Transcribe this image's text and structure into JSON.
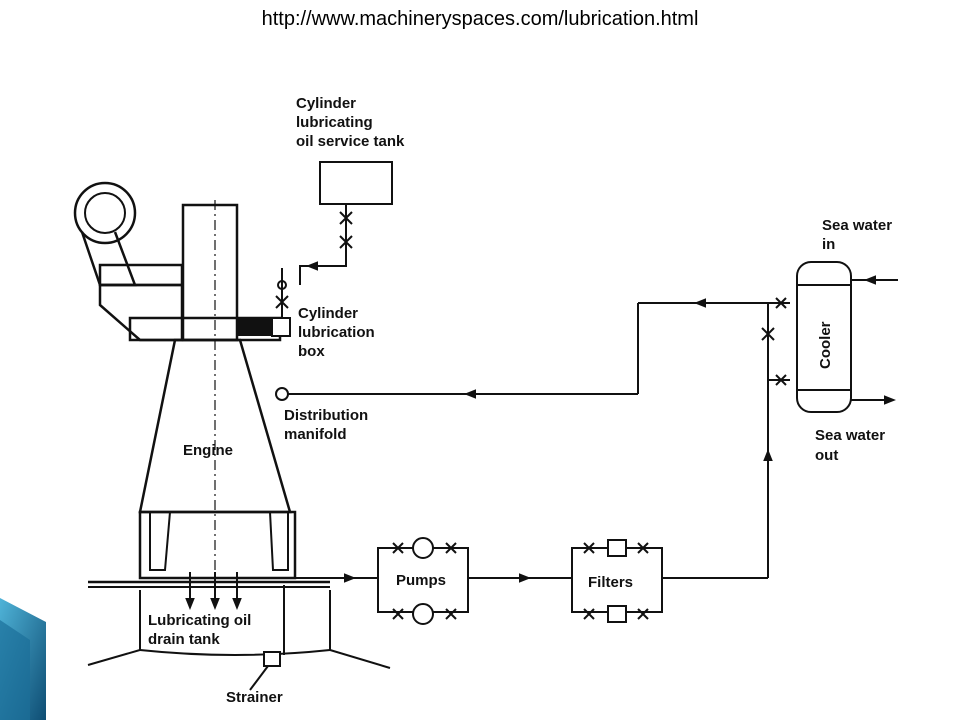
{
  "slide": {
    "source_url": "http://www.machineryspaces.com/lubrication.html",
    "accent_colors": [
      "#1b6f9a",
      "#4fb3d8",
      "#0e4d73"
    ]
  },
  "diagram": {
    "labels": {
      "cyl_tank": [
        "Cylinder",
        "lubricating",
        "oil service tank"
      ],
      "cyl_box": [
        "Cylinder",
        "lubrication",
        "box"
      ],
      "distribution": [
        "Distribution",
        "manifold"
      ],
      "engine": "Engine",
      "drain_tank": [
        "Lubricating oil",
        "drain tank"
      ],
      "strainer": "Strainer",
      "pumps": "Pumps",
      "filters": "Filters",
      "cooler": "Cooler",
      "sea_in": [
        "Sea water",
        "in"
      ],
      "sea_out": [
        "Sea water",
        "out"
      ]
    }
  }
}
